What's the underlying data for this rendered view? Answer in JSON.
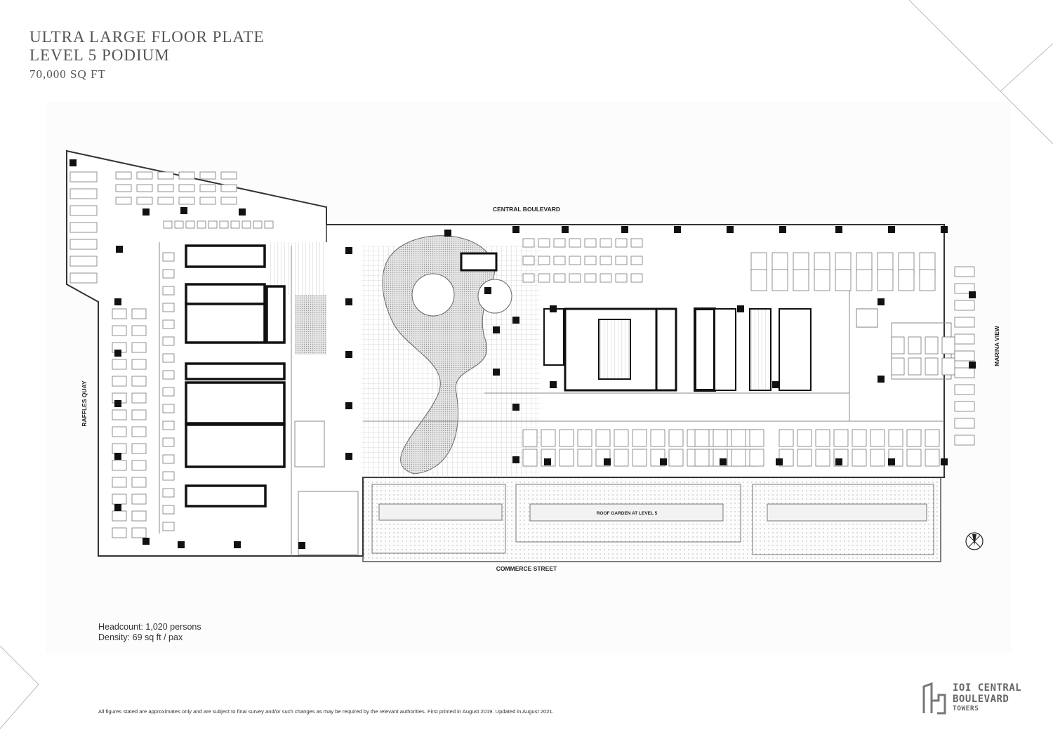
{
  "header": {
    "title_line1": "ULTRA LARGE FLOOR PLATE",
    "title_line2": "LEVEL 5 PODIUM",
    "area": "70,000 SQ FT"
  },
  "plan": {
    "street_north": "CENTRAL BOULEVARD",
    "street_south": "COMMERCE STREET",
    "street_west": "RAFFLES QUAY",
    "street_east": "MARINA VIEW",
    "roof_garden": "ROOF GARDEN AT LEVEL 5",
    "compass_icon": "north-arrow-icon"
  },
  "stats": {
    "headcount": "Headcount: 1,020 persons",
    "density": "Density: 69 sq ft / pax"
  },
  "footer": {
    "disclaimer": "All figures stated are approximates only and are subject to final survey and/or such changes as may be required by the relevant authorities. First printed in August 2019. Updated in August 2021."
  },
  "logo": {
    "line1": "IOI CENTRAL",
    "line2": "BOULEVARD",
    "line3": "TOWERS"
  },
  "colors": {
    "line": "#222222",
    "hatch": "#bdbdbd",
    "text": "#555555"
  }
}
